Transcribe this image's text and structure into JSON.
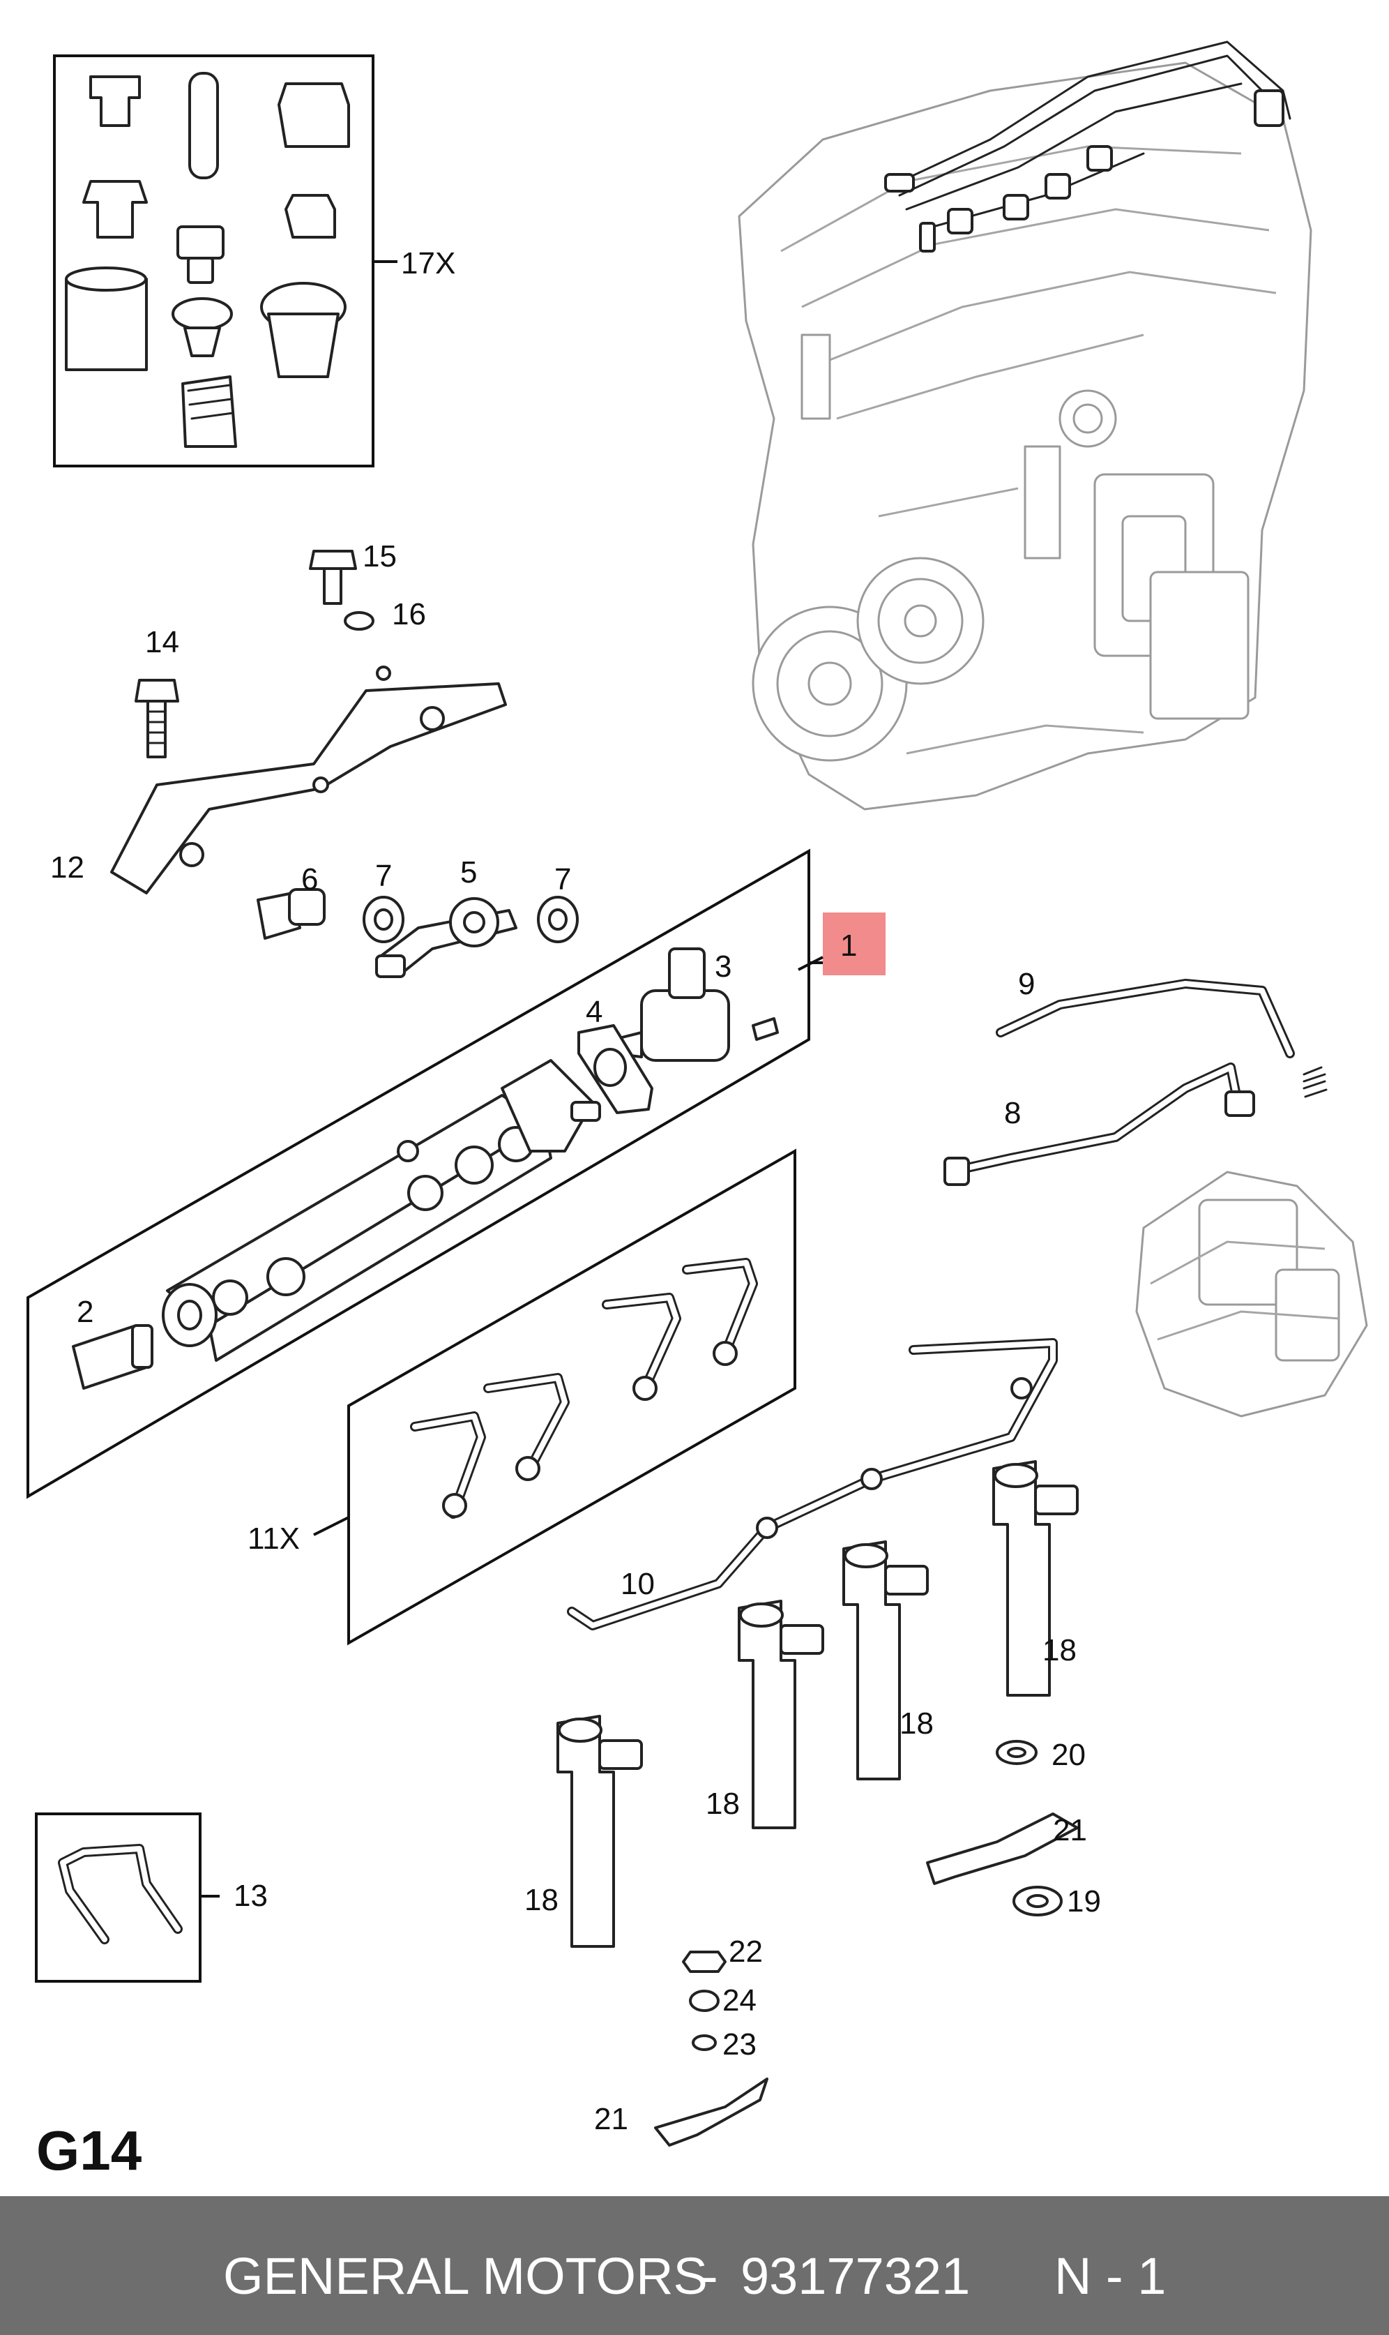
{
  "diagram": {
    "callouts": {
      "c1": "1",
      "c2": "2",
      "c3": "3",
      "c4": "4",
      "c5": "5",
      "c6": "6",
      "c7a": "7",
      "c7b": "7",
      "c8": "8",
      "c9": "9",
      "c10": "10",
      "c11x": "11X",
      "c12": "12",
      "c13": "13",
      "c14": "14",
      "c15": "15",
      "c16": "16",
      "c17x": "17X",
      "c18a": "18",
      "c18b": "18",
      "c18c": "18",
      "c18d": "18",
      "c19": "19",
      "c20": "20",
      "c21a": "21",
      "c21b": "21",
      "c22": "22",
      "c23": "23",
      "c24": "24"
    },
    "page_code": "G14",
    "highlight_color": "#f28b8b"
  },
  "footer": {
    "brand": "GENERAL MOTORS",
    "separator": "-",
    "part_number": "93177321",
    "page_ref": "N - 1",
    "background_color": "#6e6e6e"
  }
}
